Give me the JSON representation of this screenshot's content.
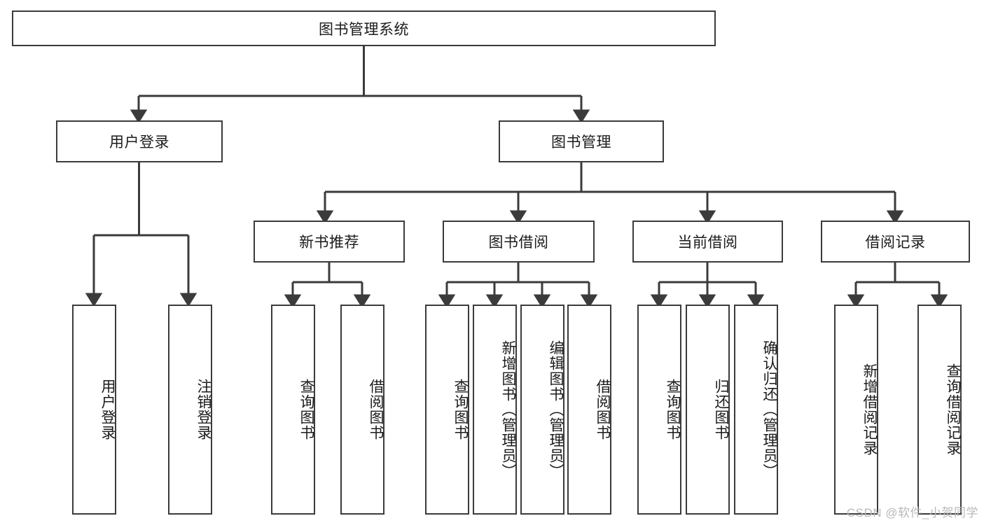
{
  "diagram": {
    "title": "图书管理系统",
    "type": "hierarchy-tree",
    "watermark": "CSDN @软件_小贺同学",
    "colors": {
      "box_border": "#3b3b3b",
      "box_fill": "#ffffff",
      "edge": "#3b3b3b",
      "text": "#1b1b1b",
      "watermark": "#b9b9b9",
      "background": "#ffffff"
    },
    "levels": {
      "root": {
        "label": "图书管理系统",
        "orientation": "horizontal"
      },
      "level1": [
        {
          "label": "用户登录",
          "orientation": "horizontal"
        },
        {
          "label": "图书管理",
          "orientation": "horizontal"
        }
      ],
      "level2": [
        {
          "label": "新书推荐",
          "orientation": "horizontal"
        },
        {
          "label": "图书借阅",
          "orientation": "horizontal"
        },
        {
          "label": "当前借阅",
          "orientation": "horizontal"
        },
        {
          "label": "借阅记录",
          "orientation": "horizontal"
        }
      ],
      "leaves": {
        "user_login": [
          {
            "label": "用户登录",
            "orientation": "vertical"
          },
          {
            "label": "注销登录",
            "orientation": "vertical"
          }
        ],
        "new_book_recommend": [
          {
            "label": "查询图书",
            "orientation": "vertical"
          },
          {
            "label": "借阅图书",
            "orientation": "vertical"
          }
        ],
        "book_borrow": [
          {
            "label": "查询图书",
            "orientation": "vertical"
          },
          {
            "label": "新增图书（管理员）",
            "orientation": "vertical"
          },
          {
            "label": "编辑图书（管理员）",
            "orientation": "vertical"
          },
          {
            "label": "借阅图书",
            "orientation": "vertical"
          }
        ],
        "current_borrow": [
          {
            "label": "查询图书",
            "orientation": "vertical"
          },
          {
            "label": "归还图书",
            "orientation": "vertical"
          },
          {
            "label": "确认归还（管理员）",
            "orientation": "vertical"
          }
        ],
        "borrow_record": [
          {
            "label": "新增借阅记录",
            "orientation": "vertical"
          },
          {
            "label": "查询借阅记录",
            "orientation": "vertical"
          }
        ]
      }
    }
  }
}
